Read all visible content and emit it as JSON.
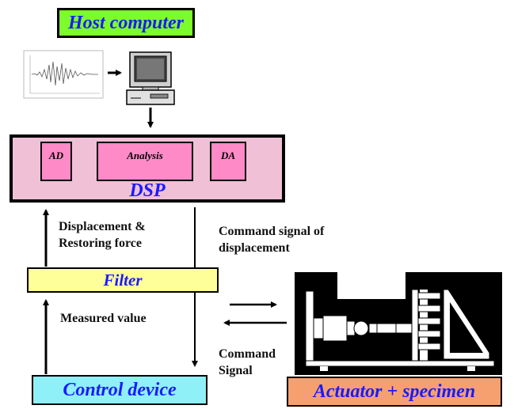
{
  "host": {
    "label": "Host computer"
  },
  "dsp": {
    "label": "DSP",
    "ad": "AD",
    "analysis": "Analysis",
    "da": "DA"
  },
  "filter": {
    "label": "Filter"
  },
  "control": {
    "label": "Control device"
  },
  "actuator": {
    "label": "Actuator + specimen"
  },
  "labels": {
    "disp_line1": "Displacement &",
    "disp_line2": "Restoring force",
    "cmd_line1": "Command signal of",
    "cmd_line2": "displacement",
    "measured": "Measured value",
    "cmdsig_line1": "Command",
    "cmdsig_line2": "Signal"
  },
  "colors": {
    "host_fill": "#7cfc2a",
    "dsp_fill": "#efc0d6",
    "dsp_inner": "#ff8ac8",
    "filter_fill": "#ffff99",
    "control_fill": "#8ff0f8",
    "actuator_fill": "#f6a070",
    "label_text": "#1a1aff"
  }
}
